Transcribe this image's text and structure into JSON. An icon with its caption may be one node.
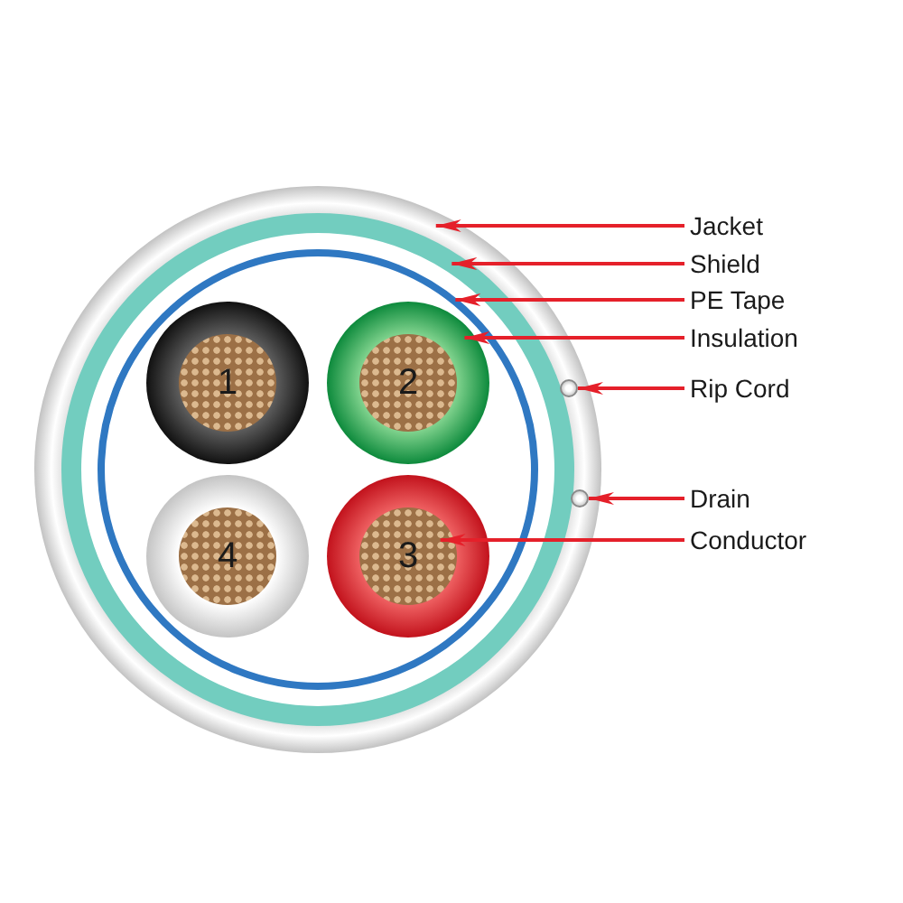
{
  "diagram": {
    "nodes": [
      {
        "text": [],
        "shape": "circle"
      },
      {
        "text": [],
        "shape": "circle",
        "in": 0
      },
      {
        "text": [],
        "shape": "circle",
        "in": 1
      },
      {
        "text": [],
        "shape": "circle",
        "in": 2
      },
      {
        "text": [
          "1"
        ],
        "in": 3
      },
      {
        "text": [],
        "shape": "circle",
        "in": 2
      },
      {
        "text": [
          "2"
        ],
        "in": 5
      },
      {
        "text": [],
        "shape": "circle",
        "in": 2
      },
      {
        "text": [
          "4"
        ],
        "in": 7
      },
      {
        "text": [],
        "shape": "circle",
        "in": 2
      },
      {
        "text": [
          "3"
        ],
        "in": 9
      },
      {
        "text": [],
        "shape": "circle",
        "in": 0
      },
      {
        "text": [],
        "shape": "circle",
        "in": 0
      },
      {
        "text": [
          "Jacket"
        ]
      },
      {
        "text": [
          "Shield"
        ]
      },
      {
        "text": [
          "PE Tape"
        ]
      },
      {
        "text": [
          "Insulation"
        ]
      },
      {
        "text": [
          "Rip Cord"
        ]
      },
      {
        "text": [
          "Drain"
        ]
      },
      {
        "text": [
          "Conductor"
        ]
      }
    ],
    "edges": [
      {
        "from": 13,
        "to": 0,
        "arrow": "to"
      },
      {
        "from": 14,
        "to": 1,
        "arrow": "to"
      },
      {
        "from": 15,
        "to": 2,
        "arrow": "to"
      },
      {
        "from": 16,
        "to": 5,
        "arrow": "to"
      },
      {
        "from": 17,
        "to": 11,
        "arrow": "to"
      },
      {
        "from": 18,
        "to": 12,
        "arrow": "to"
      },
      {
        "from": 19,
        "to": 10,
        "arrow": "to"
      }
    ]
  }
}
